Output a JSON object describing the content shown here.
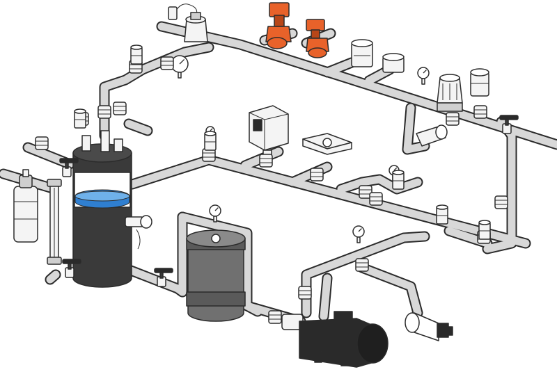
{
  "diagram": {
    "kind": "piping-schematic",
    "palette": {
      "background": "#ffffff",
      "outline": "#2b2b2b",
      "pipe": "#d8d8d8",
      "vessel": "#3a3a3a",
      "water": "#2f7fd1",
      "accent_valve": "#e8622a"
    },
    "components": [
      "storage-tank",
      "level-sight-glass",
      "cartridge-filter",
      "pump-motor",
      "orange-solenoid-valve",
      "pressure-gauge",
      "pressure-regulator",
      "actuated-valve",
      "flow-meter",
      "check-valve",
      "ball-valve",
      "pressure-switch"
    ],
    "labels": []
  }
}
